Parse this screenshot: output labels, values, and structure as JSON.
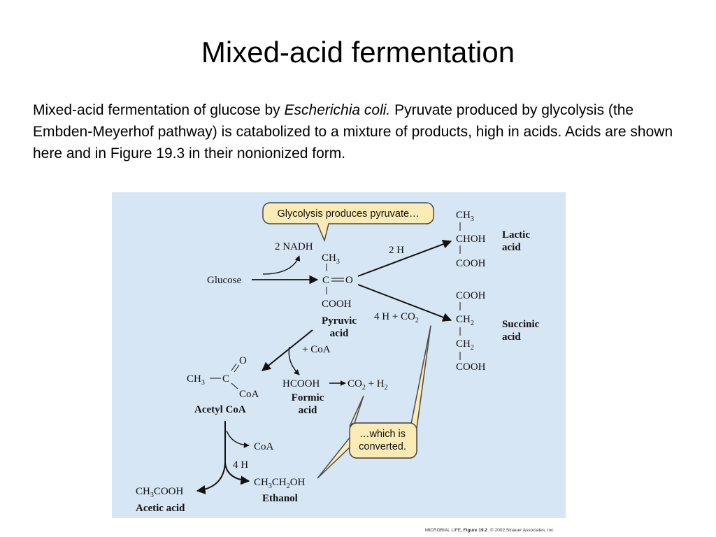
{
  "title": "Mixed-acid fermentation",
  "caption": {
    "part1": "Mixed-acid fermentation of glucose by ",
    "italic": "Escherichia coli.",
    "part2": " Pyruvate produced by glycolysis (the Embden-Meyerhof pathway) is catabolized to a mixture of products, high in acids. Acids are shown here and in Figure 19.3 in their nonionized form."
  },
  "diagram": {
    "callout_top": "Glycolysis produces pyruvate…",
    "callout_bottom_line1": "…which is",
    "callout_bottom_line2": "converted.",
    "glucose": "Glucose",
    "nadh": "2 NADH",
    "pyruvate": {
      "ch3_main": "CH",
      "ch3_sub": "3",
      "c": "C",
      "o": "O",
      "cooh": "COOH",
      "name_line1": "Pyruvic",
      "name_line2": "acid"
    },
    "lactic_branch": {
      "arrow_label": "2 H",
      "ch3_main": "CH",
      "ch3_sub": "3",
      "choh": "CHOH",
      "cooh": "COOH",
      "name_line1": "Lactic",
      "name_line2": "acid"
    },
    "succinic_branch": {
      "arrow_label_main": "4 H + CO",
      "arrow_label_sub": "2",
      "cooh_top": "COOH",
      "ch2_main": "CH",
      "ch2_sub": "2",
      "cooh_bottom": "COOH",
      "name_line1": "Succinic",
      "name_line2": "acid"
    },
    "coa_label": "+ CoA",
    "acetyl_coa": {
      "o": "O",
      "ch3_main": "CH",
      "ch3_sub": "3",
      "c": "C",
      "coa": "CoA",
      "name": "Acetyl CoA"
    },
    "formic": {
      "hcooh": "HCOOH",
      "co2_main": "CO",
      "co2_sub": "2",
      "plus_h": " + H",
      "h2_sub": "2",
      "name_line1": "Formic",
      "name_line2": "acid"
    },
    "coa_release": "CoA",
    "four_h": "4 H",
    "acetic": {
      "formula_a": "CH",
      "formula_sub": "3",
      "formula_b": "COOH",
      "name": "Acetic acid"
    },
    "ethanol": {
      "f1": "CH",
      "s1": "3",
      "f2": "CH",
      "s2": "2",
      "f3": "OH",
      "name": "Ethanol"
    }
  },
  "footer": {
    "book": "MICROBIAL LIFE",
    "figure": ", Figure 19.2",
    "copyright": "© 2002 Sinauer Associates, Inc."
  },
  "colors": {
    "diagram_background": "#d6e6f5",
    "callout_fill": "#fcebb4",
    "callout_border": "#4a4a4a"
  }
}
